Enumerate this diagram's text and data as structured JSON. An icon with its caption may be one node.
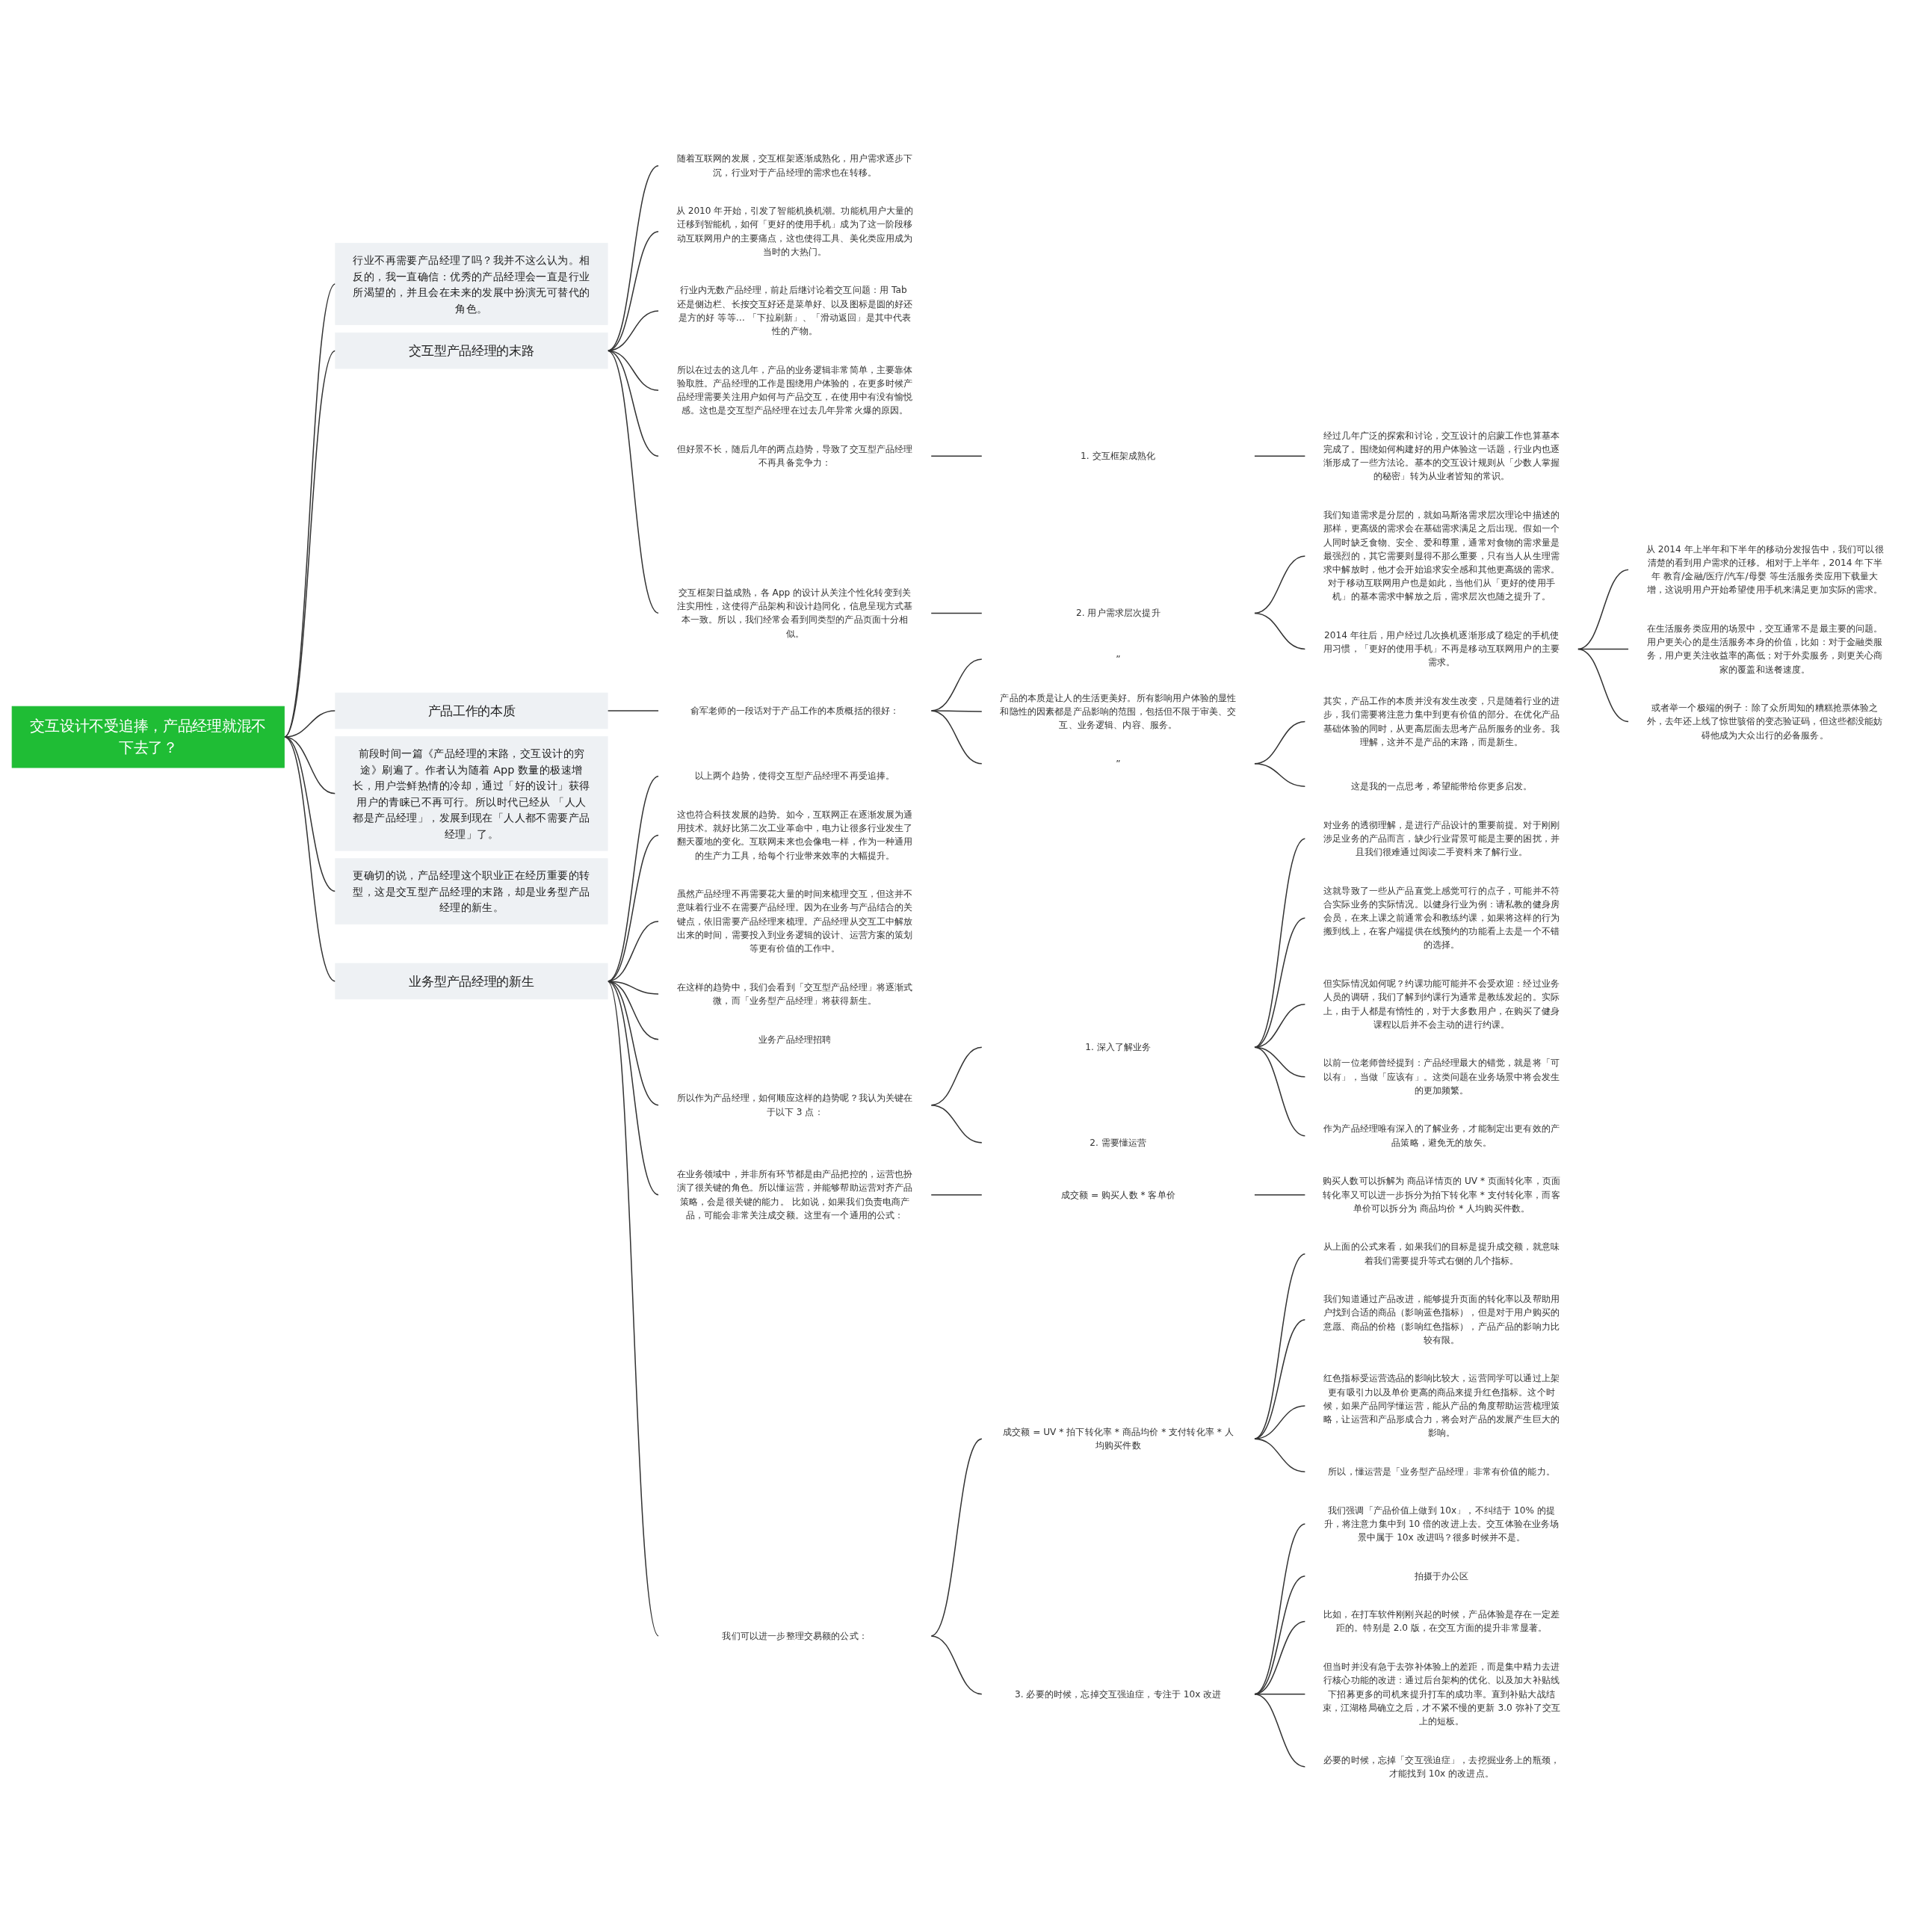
{
  "diagram": {
    "nodes": [
      {
        "text": [
          "交互设计不受追捧，产品经理就混不下去了？"
        ]
      },
      {
        "text": [
          "行业不再需要产品经理了吗？我并不这么认为。相反的，我一直确信：优秀的产品经理会一直是行业所渴望的，并且会在未来的发展中扮演无可替代的角色。"
        ]
      },
      {
        "text": [
          "交互型产品经理的末路"
        ]
      },
      {
        "text": [
          "随着互联网的发展，交互框架逐渐成熟化，用户需求逐步下沉，行业对于产品经理的需求也在转移。"
        ]
      },
      {
        "text": [
          "从 2010 年开始，引发了智能机换机潮。功能机用户大量的迁移到智能机，如何「更好的使用手机」成为了这一阶段移动互联网用户的主要痛点，这也使得工具、美化类应用成为当时的大热门。"
        ]
      },
      {
        "text": [
          "行业内无数产品经理，前赴后继讨论着交互问题：用 Tab 还是侧边栏、长按交互好还是菜单好、以及图标是圆的好还是方的好 等等… 「下拉刷新」、「滑动返回」是其中代表性的产物。"
        ]
      },
      {
        "text": [
          "所以在过去的这几年，产品的业务逻辑非常简单，主要靠体验取胜。产品经理的工作是围绕用户体验的，在更多时候产品经理需要关注用户如何与产品交互，在使用中有没有愉悦感。这也是交互型产品经理在过去几年异常火爆的原因。"
        ]
      },
      {
        "text": [
          "但好景不长，随后几年的两点趋势，导致了交互型产品经理不再具备竞争力："
        ]
      },
      {
        "text": [
          "1. 交互框架成熟化"
        ]
      },
      {
        "text": [
          "经过几年广泛的探索和讨论，交互设计的启蒙工作也算基本完成了。围绕如何构建好的用户体验这一话题，行业内也逐渐形成了一些方法论。基本的交互设计规则从「少数人掌握的秘密」转为从业者皆知的常识。"
        ]
      },
      {
        "text": [
          "交互框架日益成熟，各 App 的设计从关注个性化转变到关注实用性，这使得产品架构和设计趋同化，信息呈现方式基本一致。所以，我们经常会看到同类型的产品页面十分相似。"
        ]
      },
      {
        "text": [
          "2. 用户需求层次提升"
        ]
      },
      {
        "text": [
          "我们知道需求是分层的，就如马斯洛需求层次理论中描述的那样，更高级的需求会在基础需求满足之后出现。假如一个人同时缺乏食物、安全、爱和尊重，通常对食物的需求量是最强烈的，其它需要则显得不那么重要，只有当人从生理需求中解放时，他才会开始追求安全感和其他更高级的需求。对于移动互联网用户也是如此，当他们从「更好的使用手机」的基本需求中解放之后，需求层次也随之提升了。"
        ]
      },
      {
        "text": [
          "2014 年往后，用户经过几次换机逐渐形成了稳定的手机使用习惯，「更好的使用手机」不再是移动互联网用户的主要需求。"
        ]
      },
      {
        "text": [
          "从 2014 年上半年和下半年的移动分发报告中，我们可以很清楚的看到用户需求的迁移。相对于上半年，2014 年下半年 教育/金融/医疗/汽车/母婴 等生活服务类应用下载量大增，这说明用户开始希望使用手机来满足更加实际的需求。"
        ]
      },
      {
        "text": [
          "在生活服务类应用的场景中，交互通常不是最主要的问题。用户更关心的是生活服务本身的价值，比如：对于金融类服务，用户更关注收益率的高低；对于外卖服务，则更关心商家的覆盖和送餐速度。"
        ]
      },
      {
        "text": [
          "或者举一个极端的例子：除了众所周知的糟糕抢票体验之外，去年还上线了惊世骇俗的变态验证码，但这些都没能妨碍他成为大众出行的必备服务。"
        ]
      },
      {
        "text": [
          "产品工作的本质"
        ]
      },
      {
        "text": [
          "俞军老师的一段话对于产品工作的本质概括的很好："
        ]
      },
      {
        "text": [
          "”"
        ]
      },
      {
        "text": [
          "产品的本质是让人的生活更美好。所有影响用户体验的显性和隐性的因素都是产品影响的范围，包括但不限于审美、交互、业务逻辑、内容、服务。"
        ]
      },
      {
        "text": [
          "”"
        ]
      },
      {
        "text": [
          "其实，产品工作的本质并没有发生改变，只是随着行业的进步，我们需要将注意力集中到更有价值的部分。在优化产品基础体验的同时，从更高层面去思考产品所服务的业务。我理解，这并不是产品的末路，而是新生。"
        ]
      },
      {
        "text": [
          "这是我的一点思考，希望能带给你更多启发。"
        ]
      },
      {
        "text": [
          "前段时间一篇《产品经理的末路，交互设计的穷途》刷遍了。作者认为随着 App 数量的极速增长，用户尝鲜热情的冷却，通过「好的设计」获得用户的青睐已不再可行。所以时代已经从 「人人都是产品经理」，发展到现在「人人都不需要产品经理」了。"
        ]
      },
      {
        "text": [
          "更确切的说，产品经理这个职业正在经历重要的转型，这是交互型产品经理的末路，却是业务型产品经理的新生。"
        ]
      },
      {
        "text": [
          "业务型产品经理的新生"
        ]
      },
      {
        "text": [
          "以上两个趋势，使得交互型产品经理不再受追捧。"
        ]
      },
      {
        "text": [
          "这也符合科技发展的趋势。如今，互联网正在逐渐发展为通用技术。就好比第二次工业革命中，电力让很多行业发生了翻天覆地的变化。互联网未来也会像电一样，作为一种通用的生产力工具，给每个行业带来效率的大幅提升。"
        ]
      },
      {
        "text": [
          "虽然产品经理不再需要花大量的时间来梳理交互，但这并不意味着行业不在需要产品经理。因为在业务与产品结合的关键点，依旧需要产品经理来梳理。产品经理从交互工中解放出来的时间，需要投入到业务逻辑的设计、运营方案的策划等更有价值的工作中。"
        ]
      },
      {
        "text": [
          "在这样的趋势中，我们会看到「交互型产品经理」将逐渐式微，而「业务型产品经理」将获得新生。"
        ]
      },
      {
        "text": [
          "业务产品经理招聘"
        ]
      },
      {
        "text": [
          "所以作为产品经理，如何顺应这样的趋势呢？我认为关键在于以下 3 点："
        ]
      },
      {
        "text": [
          "1. 深入了解业务"
        ]
      },
      {
        "text": [
          "对业务的透彻理解，是进行产品设计的重要前提。对于刚刚涉足业务的产品而言，缺少行业背景可能是主要的困扰，并且我们很难通过阅读二手资料来了解行业。"
        ]
      },
      {
        "text": [
          "这就导致了一些从产品直觉上感觉可行的点子，可能并不符合实际业务的实际情况。以健身行业为例：请私教的健身房会员，在来上课之前通常会和教练约课，如果将这样的行为搬到线上，在客户端提供在线预约的功能看上去是一个不错的选择。"
        ]
      },
      {
        "text": [
          "但实际情况如何呢？约课功能可能并不会受欢迎：经过业务人员的调研，我们了解到约课行为通常是教练发起的。实际上，由于人都是有惰性的，对于大多数用户，在购买了健身课程以后并不会主动的进行约课。"
        ]
      },
      {
        "text": [
          "以前一位老师曾经提到：产品经理最大的错觉，就是将「可以有」，当做「应该有」。这类问题在业务场景中将会发生的更加频繁。"
        ]
      },
      {
        "text": [
          "作为产品经理唯有深入的了解业务，才能制定出更有效的产品策略，避免无的放矢。"
        ]
      },
      {
        "text": [
          "2. 需要懂运营"
        ]
      },
      {
        "text": [
          "在业务领域中，并非所有环节都是由产品把控的，运营也扮演了很关键的角色。所以懂运营，并能够帮助运营对齐产品策略，会是很关键的能力。 比如说，如果我们负责电商产品，可能会非常关注成交额。这里有一个通用的公式："
        ]
      },
      {
        "text": [
          "成交额 = 购买人数 * 客单价"
        ]
      },
      {
        "text": [
          "购买人数可以拆解为 商品详情页的 UV * 页面转化率，页面转化率又可以进一步拆分为拍下转化率 * 支付转化率，而客单价可以拆分为 商品均价 * 人均购买件数。"
        ]
      },
      {
        "text": [
          "我们可以进一步整理交易额的公式："
        ]
      },
      {
        "text": [
          "成交额 = UV * 拍下转化率 * 商品均价 * 支付转化率 * 人均购买件数"
        ]
      },
      {
        "text": [
          "从上面的公式来看，如果我们的目标是提升成交额，就意味着我们需要提升等式右侧的几个指标。"
        ]
      },
      {
        "text": [
          "我们知道通过产品改进，能够提升页面的转化率以及帮助用户找到合适的商品（影响蓝色指标），但是对于用户购买的意愿、商品的价格（影响红色指标），产品产品的影响力比较有限。"
        ]
      },
      {
        "text": [
          "红色指标受运营选品的影响比较大，运营同学可以通过上架更有吸引力以及单价更高的商品来提升红色指标。这个时候，如果产品同学懂运营，能从产品的角度帮助运营梳理策略，让运营和产品形成合力，将会对产品的发展产生巨大的影响。"
        ]
      },
      {
        "text": [
          "所以，懂运营是「业务型产品经理」非常有价值的能力。"
        ]
      },
      {
        "text": [
          "3. 必要的时候，忘掉交互强迫症，专注于 10x 改进"
        ]
      },
      {
        "text": [
          "我们强调「产品价值上做到 10x」，不纠结于 10% 的提升，将注意力集中到 10 倍的改进上去。交互体验在业务场景中属于 10x 改进吗？很多时候并不是。"
        ]
      },
      {
        "text": [
          "拍摄于办公区"
        ]
      },
      {
        "text": [
          "比如，在打车软件刚刚兴起的时候，产品体验是存在一定差距的。特别是 2.0 版，在交互方面的提升非常显著。"
        ]
      },
      {
        "text": [
          "但当时并没有急于去弥补体验上的差距，而是集中精力去进行核心功能的改进：通过后台架构的优化、以及加大补贴线下招募更多的司机来提升打车的成功率。直到补贴大战结束，江湖格局确立之后，才不紧不慢的更新 3.0 弥补了交互上的短板。"
        ]
      },
      {
        "text": [
          "必要的时候，忘掉「交互强迫症」，去挖掘业务上的瓶颈，才能找到 10x 的改进点。"
        ]
      }
    ],
    "edges": [
      {
        "from": 0,
        "to": 1,
        "arrow": "none"
      },
      {
        "from": 0,
        "to": 2,
        "arrow": "none"
      },
      {
        "from": 2,
        "to": 3,
        "arrow": "none"
      },
      {
        "from": 2,
        "to": 4,
        "arrow": "none"
      },
      {
        "from": 2,
        "to": 5,
        "arrow": "none"
      },
      {
        "from": 2,
        "to": 6,
        "arrow": "none"
      },
      {
        "from": 2,
        "to": 7,
        "arrow": "none"
      },
      {
        "from": 7,
        "to": 8,
        "arrow": "none"
      },
      {
        "from": 8,
        "to": 9,
        "arrow": "none"
      },
      {
        "from": 2,
        "to": 10,
        "arrow": "none"
      },
      {
        "from": 10,
        "to": 11,
        "arrow": "none"
      },
      {
        "from": 11,
        "to": 12,
        "arrow": "none"
      },
      {
        "from": 11,
        "to": 13,
        "arrow": "none"
      },
      {
        "from": 13,
        "to": 14,
        "arrow": "none"
      },
      {
        "from": 13,
        "to": 15,
        "arrow": "none"
      },
      {
        "from": 13,
        "to": 16,
        "arrow": "none"
      },
      {
        "from": 0,
        "to": 17,
        "arrow": "none"
      },
      {
        "from": 17,
        "to": 18,
        "arrow": "none"
      },
      {
        "from": 18,
        "to": 19,
        "arrow": "none"
      },
      {
        "from": 18,
        "to": 20,
        "arrow": "none"
      },
      {
        "from": 18,
        "to": 21,
        "arrow": "none"
      },
      {
        "from": 21,
        "to": 22,
        "arrow": "none"
      },
      {
        "from": 21,
        "to": 23,
        "arrow": "none"
      },
      {
        "from": 0,
        "to": 24,
        "arrow": "none"
      },
      {
        "from": 0,
        "to": 25,
        "arrow": "none"
      },
      {
        "from": 0,
        "to": 26,
        "arrow": "none"
      },
      {
        "from": 26,
        "to": 27,
        "arrow": "none"
      },
      {
        "from": 26,
        "to": 28,
        "arrow": "none"
      },
      {
        "from": 26,
        "to": 29,
        "arrow": "none"
      },
      {
        "from": 26,
        "to": 30,
        "arrow": "none"
      },
      {
        "from": 26,
        "to": 31,
        "arrow": "none"
      },
      {
        "from": 26,
        "to": 32,
        "arrow": "none"
      },
      {
        "from": 32,
        "to": 33,
        "arrow": "none"
      },
      {
        "from": 33,
        "to": 34,
        "arrow": "none"
      },
      {
        "from": 33,
        "to": 35,
        "arrow": "none"
      },
      {
        "from": 33,
        "to": 36,
        "arrow": "none"
      },
      {
        "from": 33,
        "to": 37,
        "arrow": "none"
      },
      {
        "from": 33,
        "to": 38,
        "arrow": "none"
      },
      {
        "from": 32,
        "to": 39,
        "arrow": "none"
      },
      {
        "from": 26,
        "to": 40,
        "arrow": "none"
      },
      {
        "from": 40,
        "to": 41,
        "arrow": "none"
      },
      {
        "from": 41,
        "to": 42,
        "arrow": "none"
      },
      {
        "from": 26,
        "to": 43,
        "arrow": "none"
      },
      {
        "from": 43,
        "to": 44,
        "arrow": "none"
      },
      {
        "from": 44,
        "to": 45,
        "arrow": "none"
      },
      {
        "from": 44,
        "to": 46,
        "arrow": "none"
      },
      {
        "from": 44,
        "to": 47,
        "arrow": "none"
      },
      {
        "from": 44,
        "to": 48,
        "arrow": "none"
      },
      {
        "from": 43,
        "to": 49,
        "arrow": "none"
      },
      {
        "from": 49,
        "to": 50,
        "arrow": "none"
      },
      {
        "from": 49,
        "to": 51,
        "arrow": "none"
      },
      {
        "from": 49,
        "to": 52,
        "arrow": "none"
      },
      {
        "from": 49,
        "to": 53,
        "arrow": "none"
      },
      {
        "from": 49,
        "to": 54,
        "arrow": "none"
      }
    ]
  }
}
